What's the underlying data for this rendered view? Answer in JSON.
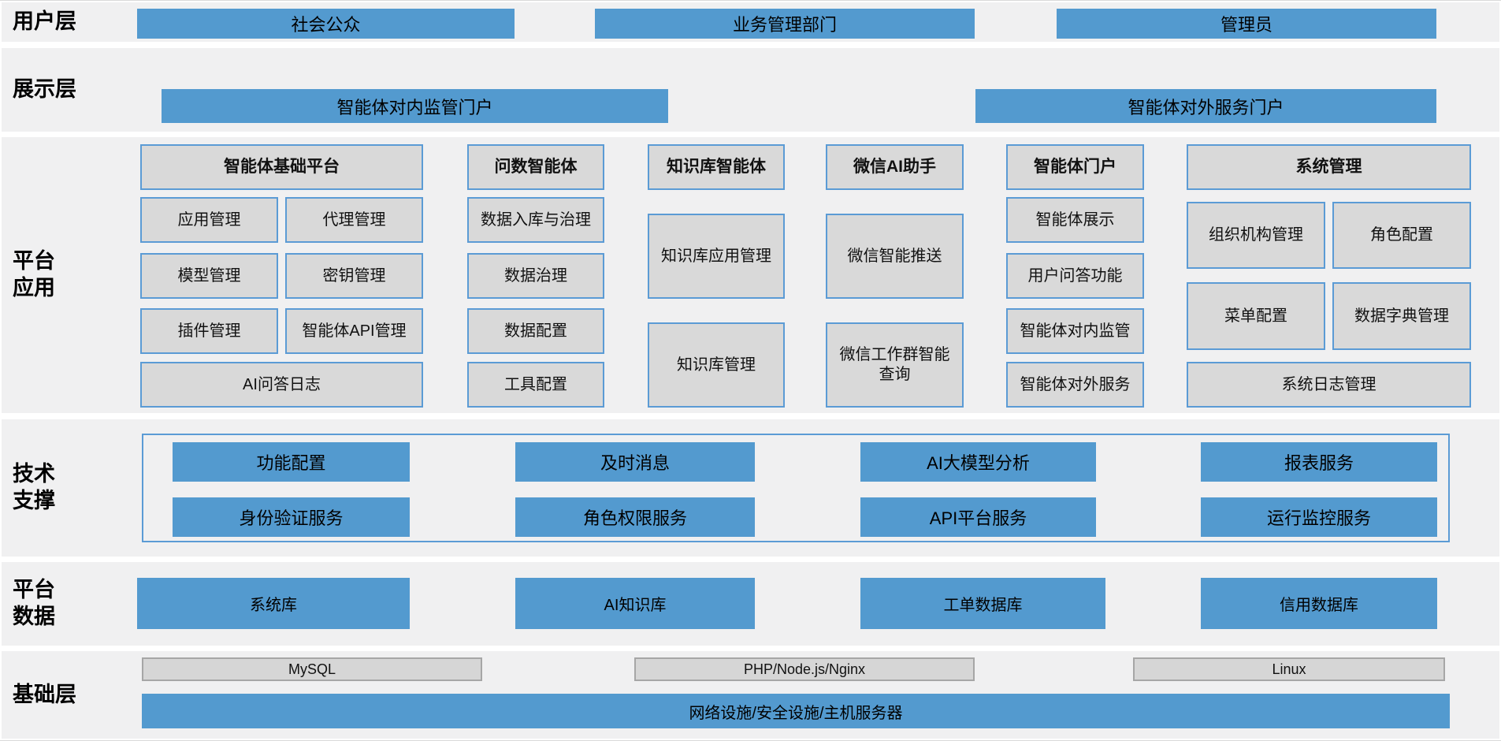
{
  "colors": {
    "accent_blue": "#539ACF",
    "box_border_blue": "#5B9BD5",
    "box_gray": "#D9D9D9",
    "band_bg": "#F0F0F1",
    "infra_box_gray": "#D6D6D6",
    "infra_box_border": "#A6A6A6"
  },
  "layers": {
    "user": {
      "label": "用户层",
      "items": [
        "社会公众",
        "业务管理部门",
        "管理员"
      ]
    },
    "display": {
      "label": "展示层",
      "items": [
        "智能体对内监管门户",
        "智能体对外服务门户"
      ]
    },
    "platform_app": {
      "label": "平台\n应用",
      "columns": [
        {
          "title": "智能体基础平台",
          "items": [
            "应用管理",
            "代理管理",
            "模型管理",
            "密钥管理",
            "插件管理",
            "智能体API管理",
            "AI问答日志"
          ]
        },
        {
          "title": "问数智能体",
          "items": [
            "数据入库与治理",
            "数据治理",
            "数据配置",
            "工具配置"
          ]
        },
        {
          "title": "知识库智能体",
          "items": [
            "知识库应用管理",
            "知识库管理"
          ]
        },
        {
          "title": "微信AI助手",
          "items": [
            "微信智能推送",
            "微信工作群智能查询"
          ]
        },
        {
          "title": "智能体门户",
          "items": [
            "智能体展示",
            "用户问答功能",
            "智能体对内监管",
            "智能体对外服务"
          ]
        },
        {
          "title": "系统管理",
          "items": [
            "组织机构管理",
            "角色配置",
            "菜单配置",
            "数据字典管理",
            "系统日志管理"
          ]
        }
      ]
    },
    "tech": {
      "label": "技术\n支撑",
      "items": [
        "功能配置",
        "及时消息",
        "AI大模型分析",
        "报表服务",
        "身份验证服务",
        "角色权限服务",
        "API平台服务",
        "运行监控服务"
      ]
    },
    "data": {
      "label": "平台\n数据",
      "items": [
        "系统库",
        "AI知识库",
        "工单数据库",
        "信用数据库"
      ]
    },
    "infra": {
      "label": "基础层",
      "items": [
        "MySQL",
        "PHP/Node.js/Nginx",
        "Linux",
        "网络设施/安全设施/主机服务器"
      ]
    }
  }
}
